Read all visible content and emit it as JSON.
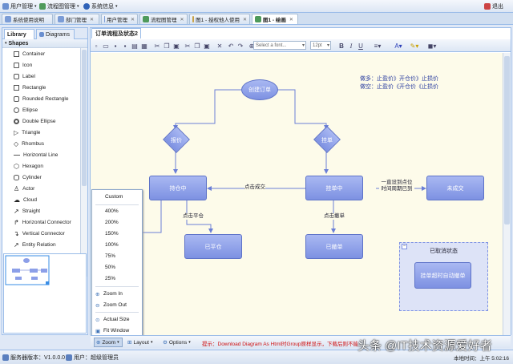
{
  "menubar": {
    "items": [
      {
        "label": "用户管理"
      },
      {
        "label": "流程图管理"
      },
      {
        "label": "系统信息"
      }
    ],
    "logout_label": "退出"
  },
  "page_tabs": [
    {
      "label": "系统使用说明"
    },
    {
      "label": "部门管理"
    },
    {
      "label": "用户管理"
    },
    {
      "label": "流程图管理"
    },
    {
      "label": "图1 - 授权他人使用"
    },
    {
      "label": "图1 - 绘画"
    }
  ],
  "left_panel": {
    "tabs": [
      {
        "label": "Library"
      },
      {
        "label": "Diagrams"
      }
    ],
    "shapes_header": "Shapes",
    "shapes": [
      "Container",
      "Icon",
      "Label",
      "Rectangle",
      "Rounded Rectangle",
      "Ellipse",
      "Double Ellipse",
      "Triangle",
      "Rhombus",
      "Horizontal Line",
      "Hexagon",
      "Cylinder",
      "Actor",
      "Cloud",
      "Straight",
      "Horizontal Connector",
      "Vertical Connector",
      "Entity Relation"
    ]
  },
  "diagram_tab": {
    "label": "订单流程及状态2"
  },
  "toolbar": {
    "font_placeholder": "Select a font...",
    "font_size": "12pt",
    "bold": "B",
    "italic": "I",
    "underline": "U"
  },
  "diagram": {
    "nodes": {
      "create_order": "创建订单",
      "quote": "报价",
      "list_order": "挂单",
      "holding": "持仓中",
      "pending": "挂单中",
      "not_filled": "未成交",
      "closed": "已平仓",
      "cancelled": "已撤单",
      "auto_cancel": "挂单超时自动撤单"
    },
    "edge_labels": {
      "click_fill": "点击成交",
      "click_close": "点击平仓",
      "click_cancel": "点击撤单",
      "expire": "一直设到点位\n时间周期已到"
    },
    "legend": [
      "做多：止盈价》开仓价》止损价",
      "做空：止盈价《开仓价《止损价"
    ],
    "container_title": "已取消状态"
  },
  "zoom_menu": {
    "items": [
      "Custom",
      "400%",
      "200%",
      "150%",
      "100%",
      "75%",
      "50%",
      "25%"
    ],
    "zoom_in": "Zoom In",
    "zoom_out": "Zoom Out",
    "actual_size": "Actual Size",
    "fit_window": "Fit Window"
  },
  "bottom_toolbar": {
    "zoom": "Zoom",
    "layout": "Layout",
    "options": "Options",
    "hint": "提示：Download Diagram As Html时Group原样显示，下载后则不能"
  },
  "statusbar": {
    "server_version": "服务器版本：V1.0.0.0",
    "user": "用户：超级管理员",
    "time": "本地时间：上午 5:02:16"
  },
  "watermark": "头条 @IT技术资源爱好者",
  "colors": {
    "node_fill": "#8c9fe8",
    "node_border": "#5d72c8",
    "edge": "#6b7fd6",
    "canvas_bg": "#fdfbea",
    "hint_red": "#d01010",
    "legend_blue": "#2b3ea0"
  }
}
